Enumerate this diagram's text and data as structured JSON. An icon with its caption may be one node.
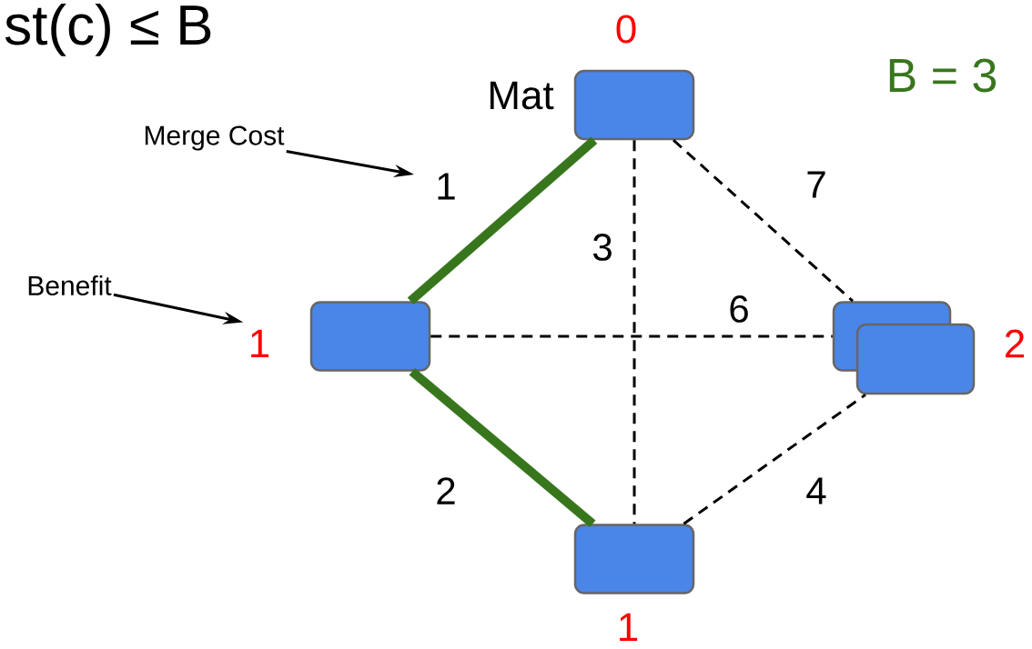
{
  "diagram": {
    "nodes": [
      {
        "text": [],
        "shape": "box",
        "beside": [
          "0",
          "Mat"
        ]
      },
      {
        "text": [],
        "shape": "box",
        "beside": [
          "1"
        ]
      },
      {
        "text": [],
        "shape": "box"
      },
      {
        "text": [],
        "shape": "box",
        "beside": [
          "2"
        ]
      },
      {
        "text": [],
        "shape": "box",
        "beside": [
          "1"
        ]
      },
      {
        "text": [
          "Merge Cost"
        ]
      },
      {
        "text": [
          "Benefit"
        ]
      }
    ],
    "edges": [
      {
        "from": 0,
        "to": 1,
        "arrow": "none",
        "label": "1",
        "style": "thick",
        "color": "#38761d"
      },
      {
        "from": 1,
        "to": 4,
        "arrow": "none",
        "label": "2",
        "style": "thick",
        "color": "#38761d"
      },
      {
        "from": 0,
        "to": 4,
        "arrow": "none",
        "label": "3",
        "style": "dashed"
      },
      {
        "from": 1,
        "to": 2,
        "arrow": "none",
        "label": "6",
        "style": "dashed"
      },
      {
        "from": 0,
        "to": 2,
        "arrow": "none",
        "label": "7",
        "style": "dashed"
      },
      {
        "from": 4,
        "to": 3,
        "arrow": "none",
        "label": "4",
        "style": "dashed"
      },
      {
        "from": 5,
        "to": null,
        "arrow": "to"
      },
      {
        "from": 6,
        "to": 1,
        "arrow": "to"
      }
    ],
    "labels": [
      "st(c) ≤ B",
      "B = 3"
    ]
  }
}
